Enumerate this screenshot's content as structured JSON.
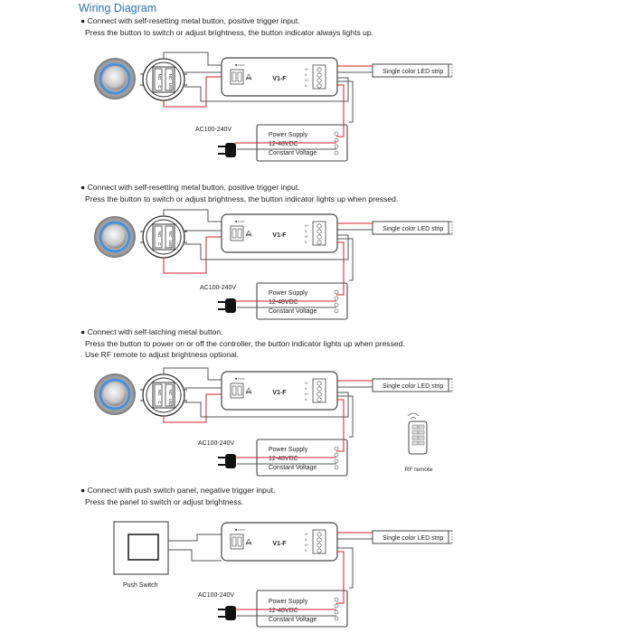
{
  "title": "Wiring Diagram",
  "sections": [
    {
      "lines": [
        "● Connect with self-resetting metal button, positive trigger input.",
        "Press the button to switch or adjust brightness, the button indicator always lights up."
      ],
      "ac_label": "AC100-240V",
      "psu_lines": [
        "Power Supply",
        "12-48VDC",
        "Constant Voltage"
      ],
      "controller": "V1-F",
      "led_label": "Single color LED strip"
    },
    {
      "lines": [
        "● Connect with self-resetting metal button, positive trigger input.",
        "Press the button to switch or adjust brightness, the button indicator lights up when pressed."
      ],
      "ac_label": "AC100-240V",
      "psu_lines": [
        "Power Supply",
        "12-48VDC",
        "Constant Voltage"
      ],
      "controller": "V1-F",
      "led_label": "Single color LED strip"
    },
    {
      "lines": [
        "● Connect with self-latching metal button.",
        "Press the button to power on or off the controller, the button indicator lights up when pressed.",
        "Use RF remote to adjust brightness optional."
      ],
      "ac_label": "AC100-240V",
      "psu_lines": [
        "Power Supply",
        "12-48VDC",
        "Constant Voltage"
      ],
      "controller": "V1-F",
      "led_label": "Single color LED strip",
      "remote_label": "RF remote"
    },
    {
      "lines": [
        "● Connect with push switch panel, negative trigger input.",
        "Press the panel to switch or adjust brightness."
      ],
      "ac_label": "AC100-240V",
      "psu_lines": [
        "Power Supply",
        "12-48VDC",
        "Constant Voltage"
      ],
      "controller": "V1-F",
      "led_label": "Single color LED strip",
      "switch_label": "Push Switch"
    }
  ],
  "colors": {
    "title": "#2e6fb8",
    "wire": "#555555",
    "red_wire": "#d0202a",
    "button_ring": "#4a90d9"
  }
}
